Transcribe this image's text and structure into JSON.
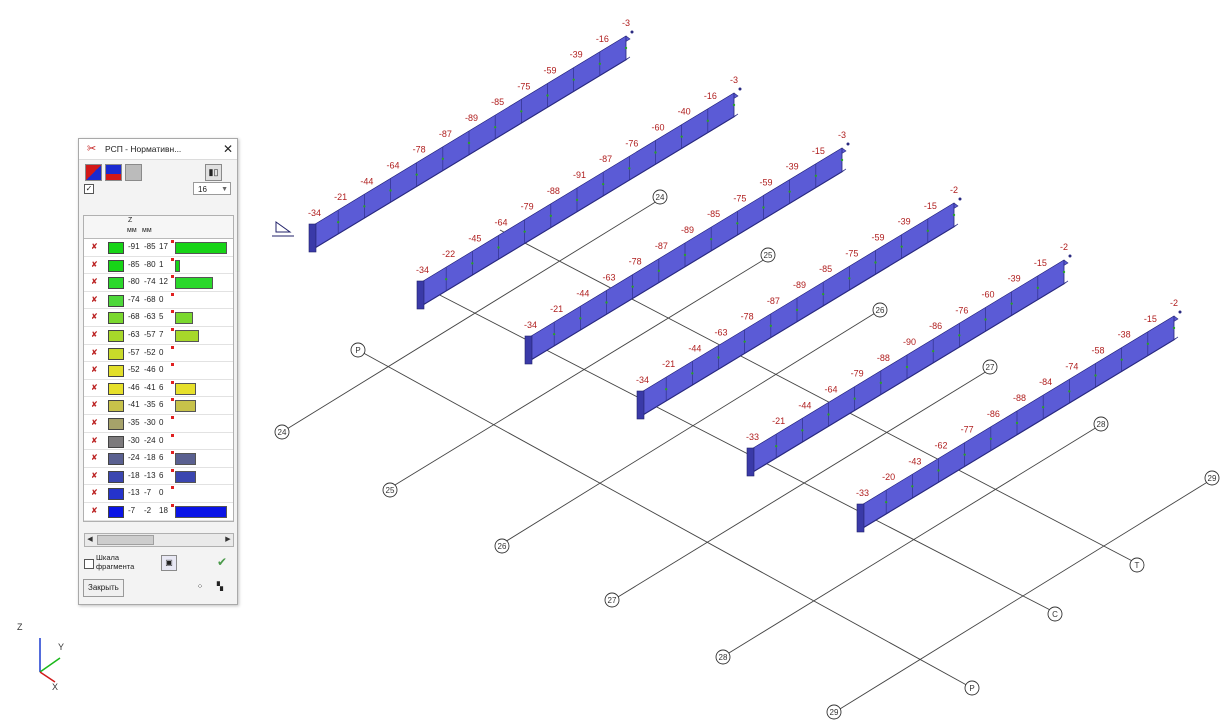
{
  "panel": {
    "title": "РСП - Нормативн...",
    "close_label": "✕",
    "fragment_count": "16",
    "header_z": "Z",
    "col_min": "мм",
    "col_max": "мм",
    "scale_label": "Шкала фрагмента",
    "close_button": "Закрыть",
    "legend": [
      {
        "min": "-91",
        "max": "-85",
        "count": "17",
        "color": "#17d417",
        "bar": 1.0
      },
      {
        "min": "-85",
        "max": "-80",
        "count": "1",
        "color": "#17d417",
        "bar": 0.06
      },
      {
        "min": "-80",
        "max": "-74",
        "count": "12",
        "color": "#2bd82b",
        "bar": 0.72
      },
      {
        "min": "-74",
        "max": "-68",
        "count": "0",
        "color": "#4ed83a",
        "bar": 0
      },
      {
        "min": "-68",
        "max": "-63",
        "count": "5",
        "color": "#7ad82e",
        "bar": 0.32
      },
      {
        "min": "-63",
        "max": "-57",
        "count": "7",
        "color": "#a7d82a",
        "bar": 0.43
      },
      {
        "min": "-57",
        "max": "-52",
        "count": "0",
        "color": "#c9db2a",
        "bar": 0
      },
      {
        "min": "-52",
        "max": "-46",
        "count": "0",
        "color": "#e2df2a",
        "bar": 0
      },
      {
        "min": "-46",
        "max": "-41",
        "count": "6",
        "color": "#e6e02a",
        "bar": 0.37
      },
      {
        "min": "-41",
        "max": "-35",
        "count": "6",
        "color": "#c7c24a",
        "bar": 0.37
      },
      {
        "min": "-35",
        "max": "-30",
        "count": "0",
        "color": "#a6a26a",
        "bar": 0
      },
      {
        "min": "-30",
        "max": "-24",
        "count": "0",
        "color": "#7c7a7c",
        "bar": 0
      },
      {
        "min": "-24",
        "max": "-18",
        "count": "6",
        "color": "#5a6090",
        "bar": 0.37
      },
      {
        "min": "-18",
        "max": "-13",
        "count": "6",
        "color": "#3b46b0",
        "bar": 0.37
      },
      {
        "min": "-13",
        "max": "-7",
        "count": "0",
        "color": "#2533cc",
        "bar": 0
      },
      {
        "min": "-7",
        "max": "-2",
        "count": "18",
        "color": "#0a14e6",
        "bar": 1.0
      }
    ]
  },
  "beams": [
    [
      "-34",
      "-21",
      "-44",
      "-64",
      "-78",
      "-87",
      "-89",
      "-85",
      "-75",
      "-59",
      "-39",
      "-16",
      "-3"
    ],
    [
      "-34",
      "-22",
      "-45",
      "-64",
      "-79",
      "-88",
      "-91",
      "-87",
      "-76",
      "-60",
      "-40",
      "-16",
      "-3"
    ],
    [
      "-34",
      "-21",
      "-44",
      "-63",
      "-78",
      "-87",
      "-89",
      "-85",
      "-75",
      "-59",
      "-39",
      "-15",
      "-3"
    ],
    [
      "-34",
      "-21",
      "-44",
      "-63",
      "-78",
      "-87",
      "-89",
      "-85",
      "-75",
      "-59",
      "-39",
      "-15",
      "-2"
    ],
    [
      "-33",
      "-21",
      "-44",
      "-64",
      "-79",
      "-88",
      "-90",
      "-86",
      "-76",
      "-60",
      "-39",
      "-15",
      "-2"
    ],
    [
      "-33",
      "-20",
      "-43",
      "-62",
      "-77",
      "-86",
      "-88",
      "-84",
      "-74",
      "-58",
      "-38",
      "-15",
      "-2"
    ]
  ],
  "axes_markers": [
    "24",
    "25",
    "26",
    "27",
    "28",
    "29",
    "Р",
    "С",
    "Т"
  ],
  "coord_axes": {
    "z": "Z",
    "y": "Y",
    "x": "X"
  },
  "colors": {
    "beam_fill": "#5b5bd6",
    "beam_dark": "#3a3aa8",
    "label_red": "#b02020",
    "line": "#444444"
  }
}
